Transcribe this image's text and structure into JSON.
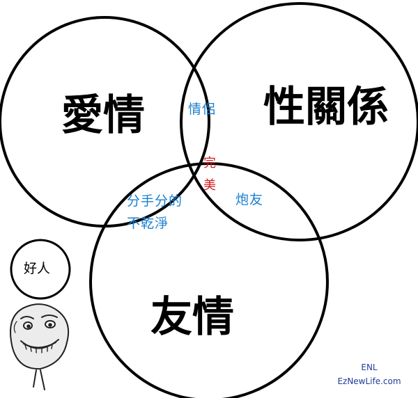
{
  "diagram": {
    "sets": {
      "love": "愛情",
      "sex": "性關係",
      "friendship": "友情"
    },
    "overlaps": {
      "love_sex": "情侶",
      "sex_friendship": "炮友",
      "love_friendship_line1": "分手分的",
      "love_friendship_line2": "不乾淨",
      "all_char1": "完",
      "all_char2": "美"
    },
    "outside": {
      "nice_guy": "好人"
    },
    "colors": {
      "outline": "#000000",
      "overlap_text": "#1a7fd0",
      "center_text": "#d21e1e",
      "watermark": "#1f3c9a"
    },
    "icons": [
      "forever-alone-face-icon"
    ]
  },
  "watermark": {
    "line1": "ENL",
    "line2": "EzNewLife.com"
  }
}
